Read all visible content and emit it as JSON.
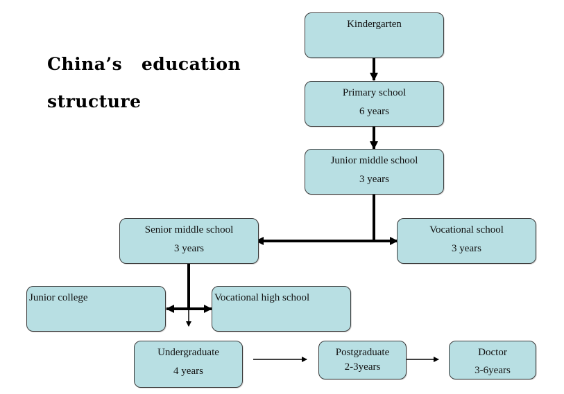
{
  "title": {
    "line1": "China’s   education",
    "line2": "structure"
  },
  "colors": {
    "box_fill": "#b8dfe3",
    "box_border": "#3a3a3a",
    "arrow": "#000000",
    "background": "#ffffff"
  },
  "nodes": {
    "kindergarten": {
      "label": "Kindergarten",
      "duration": ""
    },
    "primary": {
      "label": "Primary school",
      "duration": "6 years"
    },
    "junior_middle": {
      "label": "Junior middle school",
      "duration": "3 years"
    },
    "senior_middle": {
      "label": "Senior middle school",
      "duration": "3 years"
    },
    "vocational_school": {
      "label": "Vocational school",
      "duration": "3 years"
    },
    "junior_college": {
      "label": "Junior college",
      "duration": ""
    },
    "vocational_high": {
      "label": "Vocational high school",
      "duration": ""
    },
    "undergraduate": {
      "label": "Undergraduate",
      "duration": "4 years"
    },
    "postgraduate": {
      "label": "Postgraduate",
      "duration": "2-3years"
    },
    "doctor": {
      "label": "Doctor",
      "duration": "3-6years"
    }
  },
  "edges": [
    [
      "kindergarten",
      "primary"
    ],
    [
      "primary",
      "junior_middle"
    ],
    [
      "junior_middle",
      "senior_middle"
    ],
    [
      "junior_middle",
      "vocational_school"
    ],
    [
      "senior_middle",
      "junior_college"
    ],
    [
      "senior_middle",
      "vocational_high"
    ],
    [
      "senior_middle",
      "undergraduate"
    ],
    [
      "undergraduate",
      "postgraduate"
    ],
    [
      "postgraduate",
      "doctor"
    ]
  ]
}
